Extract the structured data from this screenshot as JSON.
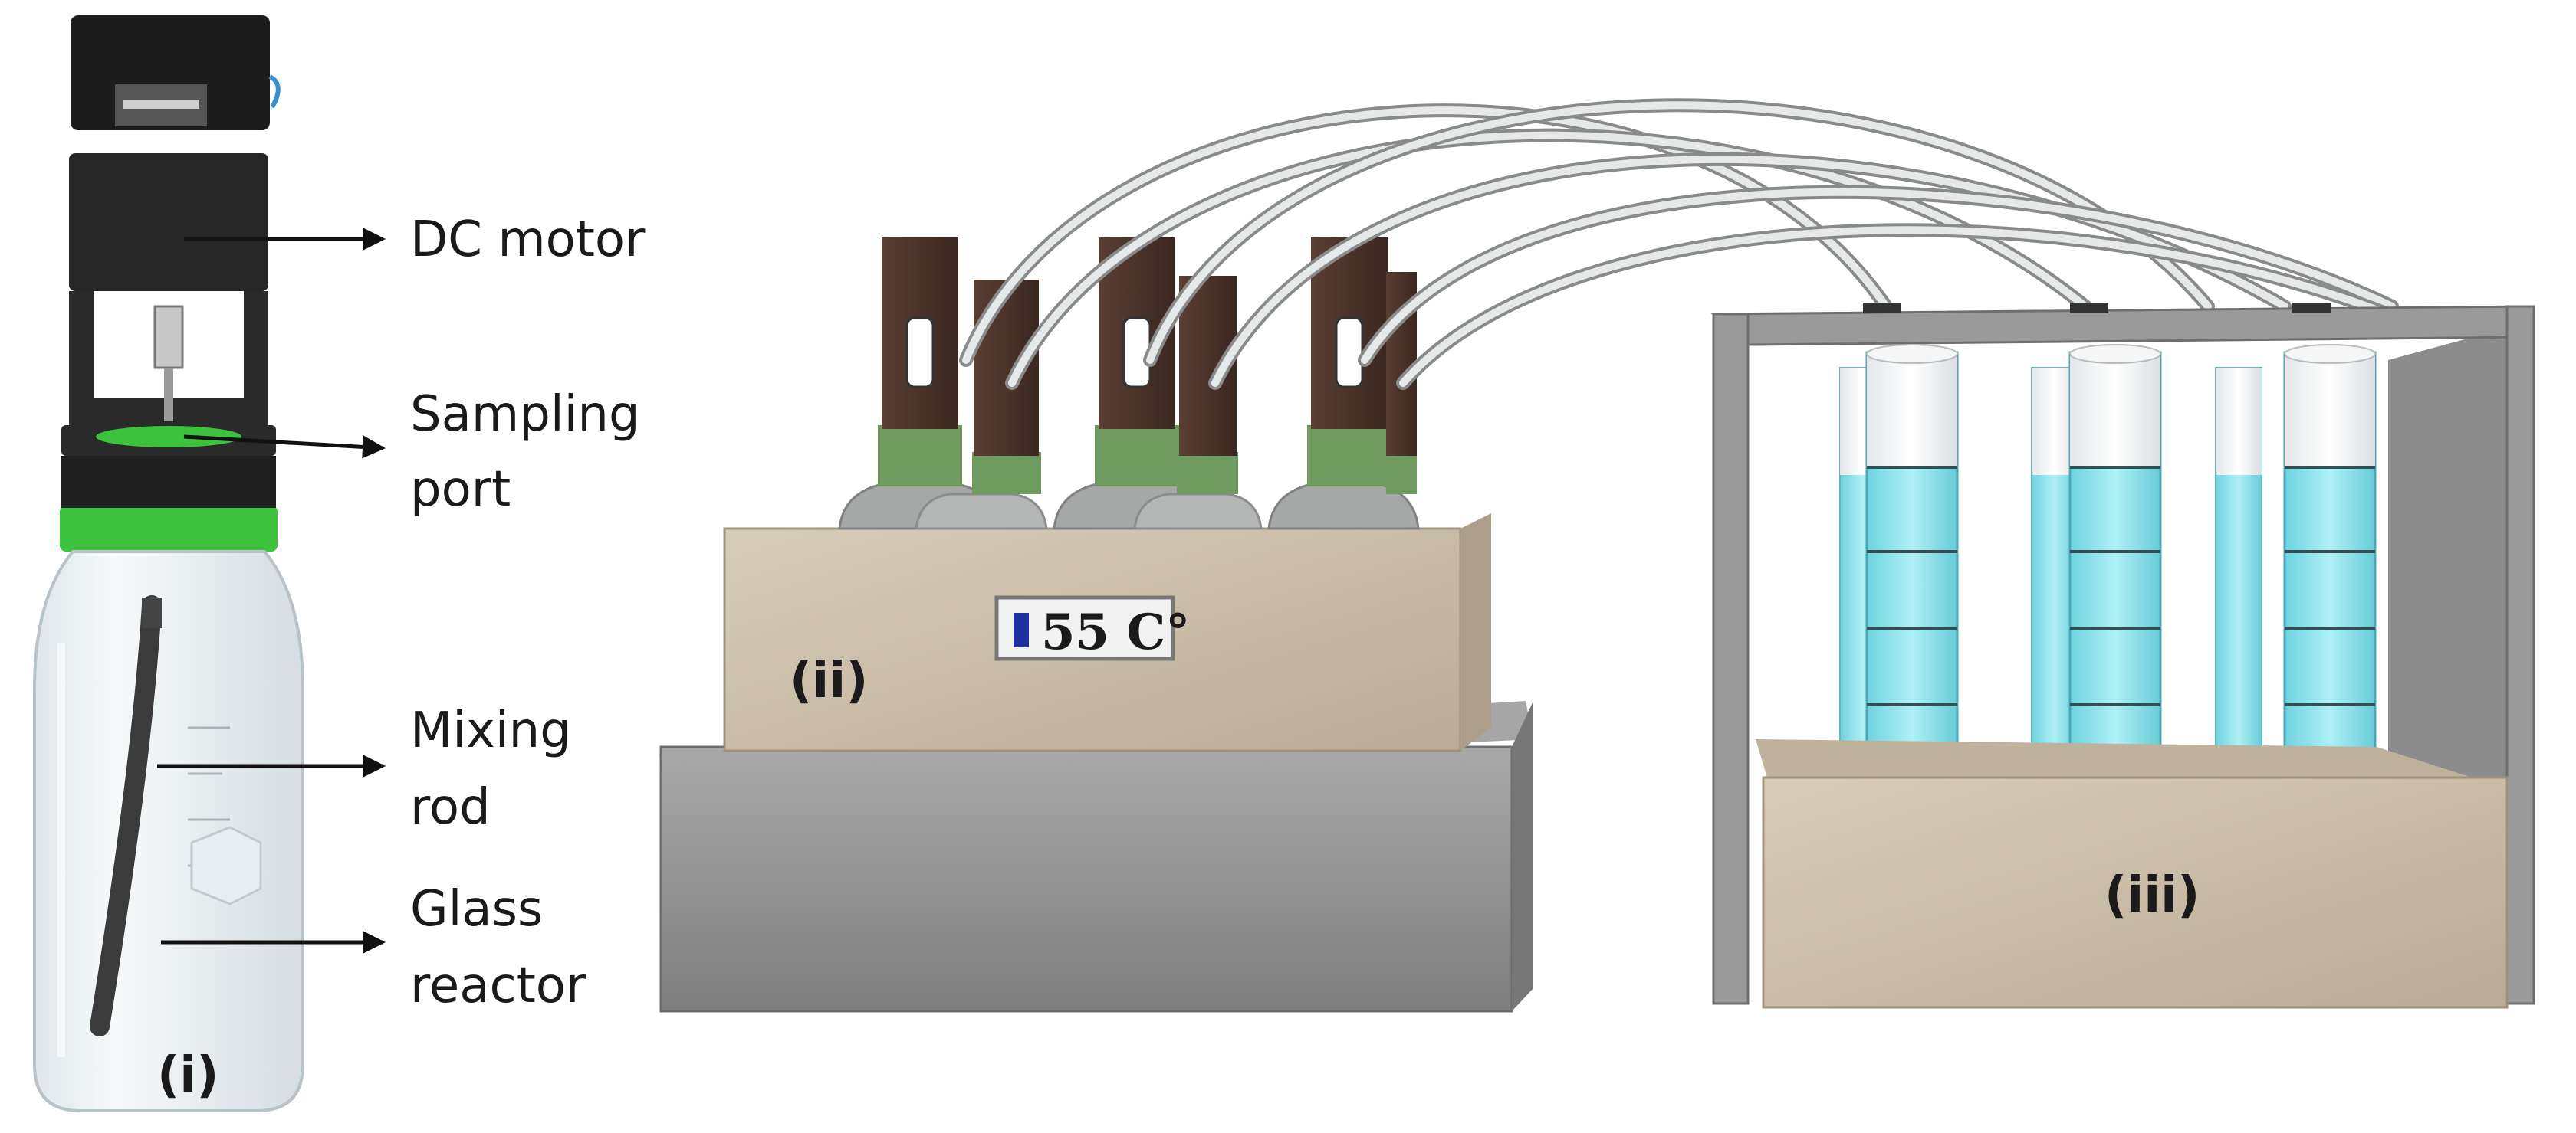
{
  "panels": {
    "reactor_label": "(i)",
    "water_bath_label": "(ii)",
    "gas_collection_label": "(iii)"
  },
  "reactor_parts": {
    "motor_label": "DC motor",
    "sampling_line1": "Sampling",
    "sampling_line2": "port",
    "mixing_line1": "Mixing",
    "mixing_line2": "rod",
    "glass_line1": "Glass",
    "glass_line2": "reactor"
  },
  "bath": {
    "temperature_display": "55 C°"
  },
  "colors": {
    "reactor_cap_green": "#3cc23c",
    "reactor_body_black": "#222222",
    "module_brown": "#4a3228",
    "module_collar_green": "#6f9a5f",
    "bath_concrete": "#c9bda9",
    "pedestal_gray": "#8f8f8f",
    "cylinder_fill_cyan": "#8ee3ec",
    "frame_gray": "#9a9a9a",
    "display_blue": "#1f2fa0"
  }
}
